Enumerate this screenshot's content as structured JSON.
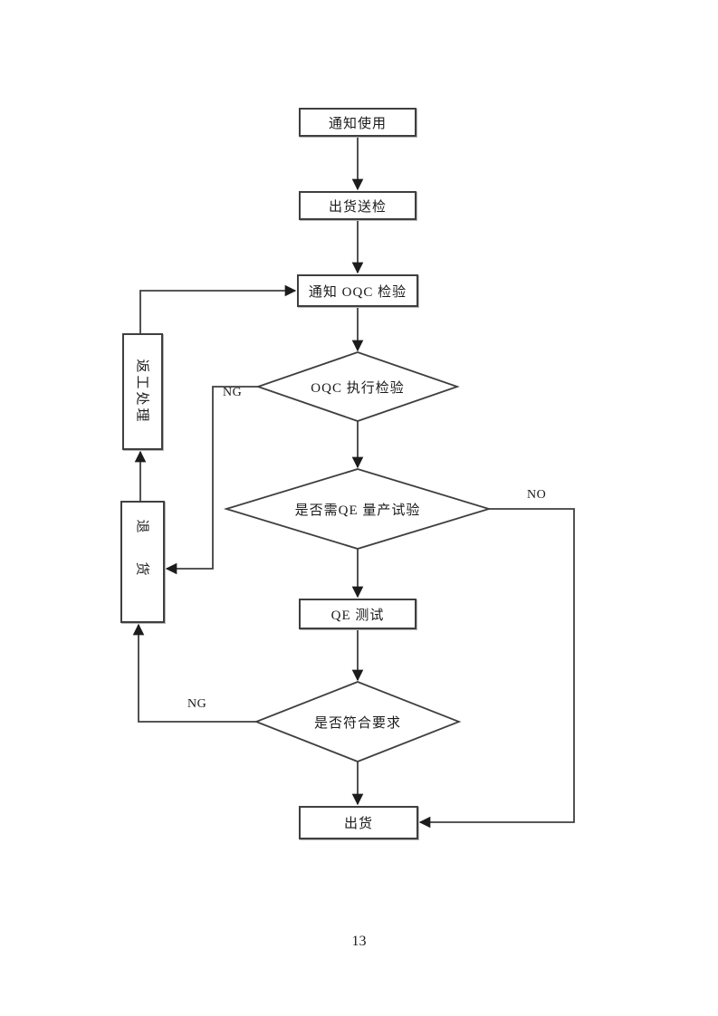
{
  "page": {
    "number": "13",
    "background": "#ffffff"
  },
  "flowchart": {
    "colors": {
      "line": "#3f3f3f",
      "text": "#1a1a1a",
      "node_fill": "#ffffff"
    },
    "nodes": {
      "notify_use": {
        "label": "通知使用",
        "type": "process"
      },
      "ship_for_inspection": {
        "label": "出货送检",
        "type": "process"
      },
      "notify_oqc": {
        "label": "通知 OQC 检验",
        "type": "process"
      },
      "oqc_inspection": {
        "label": "OQC 执行检验",
        "type": "decision"
      },
      "need_qe_test": {
        "label": "是否需QE 量产试验",
        "type": "decision"
      },
      "qe_test": {
        "label": "QE 测试",
        "type": "process"
      },
      "meets_requirements": {
        "label": "是否符合要求",
        "type": "decision"
      },
      "ship": {
        "label": "出货",
        "type": "process"
      },
      "rework": {
        "label": "返工处理",
        "type": "process",
        "orientation": "rotated-90"
      },
      "return_goods": {
        "label": "退货",
        "type": "process",
        "orientation": "rotated-90"
      }
    },
    "edge_labels": {
      "oqc_ng": "NG",
      "need_qe_no": "NO",
      "requirements_ng": "NG"
    },
    "edges": [
      {
        "from": "notify_use",
        "to": "ship_for_inspection",
        "label": ""
      },
      {
        "from": "ship_for_inspection",
        "to": "notify_oqc",
        "label": ""
      },
      {
        "from": "notify_oqc",
        "to": "oqc_inspection",
        "label": ""
      },
      {
        "from": "oqc_inspection",
        "to": "need_qe_test",
        "label": ""
      },
      {
        "from": "oqc_inspection",
        "to": "return_goods",
        "label": "NG"
      },
      {
        "from": "need_qe_test",
        "to": "qe_test",
        "label": ""
      },
      {
        "from": "need_qe_test",
        "to": "ship",
        "label": "NO"
      },
      {
        "from": "qe_test",
        "to": "meets_requirements",
        "label": ""
      },
      {
        "from": "meets_requirements",
        "to": "ship",
        "label": ""
      },
      {
        "from": "meets_requirements",
        "to": "return_goods",
        "label": "NG"
      },
      {
        "from": "return_goods",
        "to": "rework",
        "label": ""
      },
      {
        "from": "rework",
        "to": "notify_oqc",
        "label": ""
      }
    ]
  }
}
